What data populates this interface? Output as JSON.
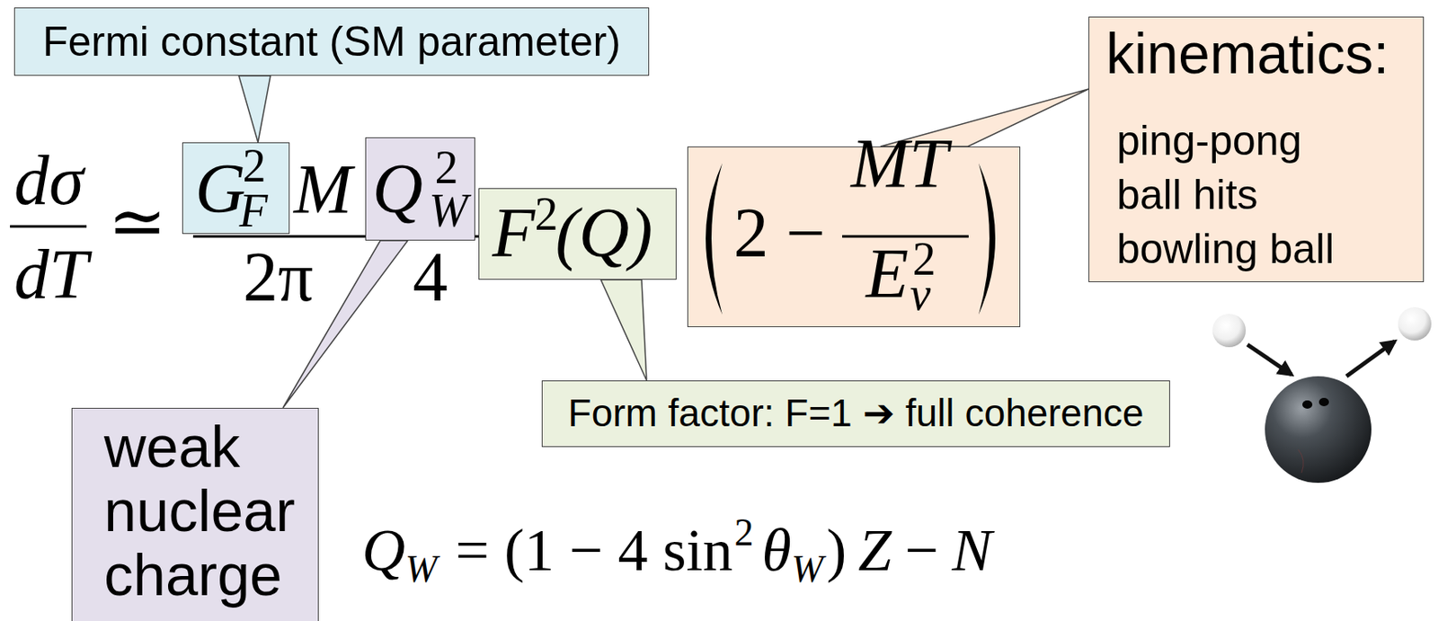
{
  "diagram": {
    "nodes": [
      {
        "text": [
          "Fermi constant (SM parameter)"
        ]
      },
      {
        "text": [
          "kinematics:",
          "ping-pong ball hits bowling ball"
        ]
      },
      {
        "text": [
          "G",
          "2",
          "F"
        ]
      },
      {
        "text": [
          "Q",
          "2",
          "W"
        ]
      },
      {
        "text": [
          "F",
          "2",
          "(Q)"
        ]
      },
      {
        "text": [
          "2 −",
          "MT",
          "E",
          "2",
          "ν"
        ]
      },
      {
        "text": [
          "Form factor: F=1 ➔ full coherence"
        ]
      },
      {
        "text": [
          "weak nuclear charge"
        ]
      }
    ],
    "edges": [
      {
        "from": 0,
        "to": 2,
        "arrow": "none"
      },
      {
        "from": 1,
        "to": 5,
        "arrow": "none"
      },
      {
        "from": 6,
        "to": 4,
        "arrow": "none"
      },
      {
        "from": 7,
        "to": 3,
        "arrow": "none"
      }
    ],
    "labels": [
      "dσ",
      "dT",
      "≃",
      "M",
      "2π",
      "4",
      "Q",
      "W",
      "= (1 − 4 sin",
      "2",
      "θ",
      "W",
      ")",
      "Z",
      "−",
      "N"
    ]
  }
}
